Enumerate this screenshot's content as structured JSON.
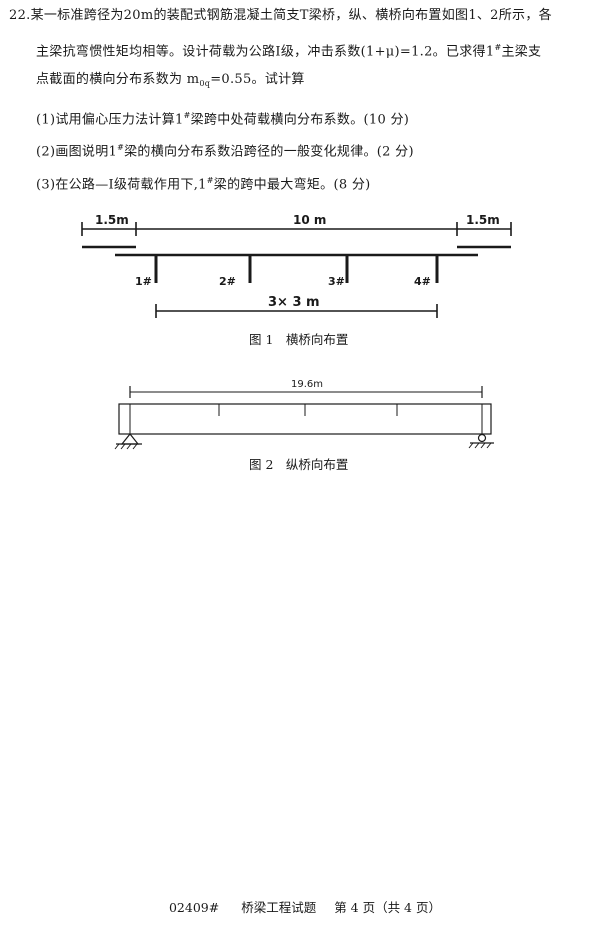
{
  "question": {
    "intro_line1": "22.某一标准跨径为20m的装配式钢筋混凝土简支T梁桥，纵、横桥向布置如图1、2所示，各",
    "intro_line2": "主梁抗弯惯性矩均相等。设计荷载为公路Ⅰ级，冲击系数(1+μ)=1.2。已求得1",
    "intro_line2_sup": "#",
    "intro_line2_tail": "主梁支",
    "intro_line3_a": "点截面的横向分布系数为 m",
    "intro_line3_sub": "0q",
    "intro_line3_b": "=0.55。试计算",
    "part1_a": "(1)试用偏心压力法计算1",
    "part1_sup": "#",
    "part1_b": "梁跨中处荷载横向分布系数。(10 分)",
    "part2_a": "(2)画图说明1",
    "part2_sup": "#",
    "part2_b": "梁的横向分布系数沿跨径的一般变化规律。(2 分)",
    "part3_a": "(3)在公路—Ⅰ级荷载作用下,1",
    "part3_sup": "#",
    "part3_b": "梁的跨中最大弯矩。(8 分)"
  },
  "figure1": {
    "dim_left": "1.5m",
    "dim_center": "10 m",
    "dim_right": "1.5m",
    "beam_labels": [
      "1#",
      "2#",
      "3#",
      "4#"
    ],
    "spacing_label": "3× 3 m",
    "caption": "图 1　横桥向布置"
  },
  "figure2": {
    "span_label": "19.6m",
    "caption": "图 2　纵桥向布置"
  },
  "footer": {
    "code": "02409#",
    "subject": "桥梁工程试题",
    "page": "第 4 页（共 4 页）"
  }
}
